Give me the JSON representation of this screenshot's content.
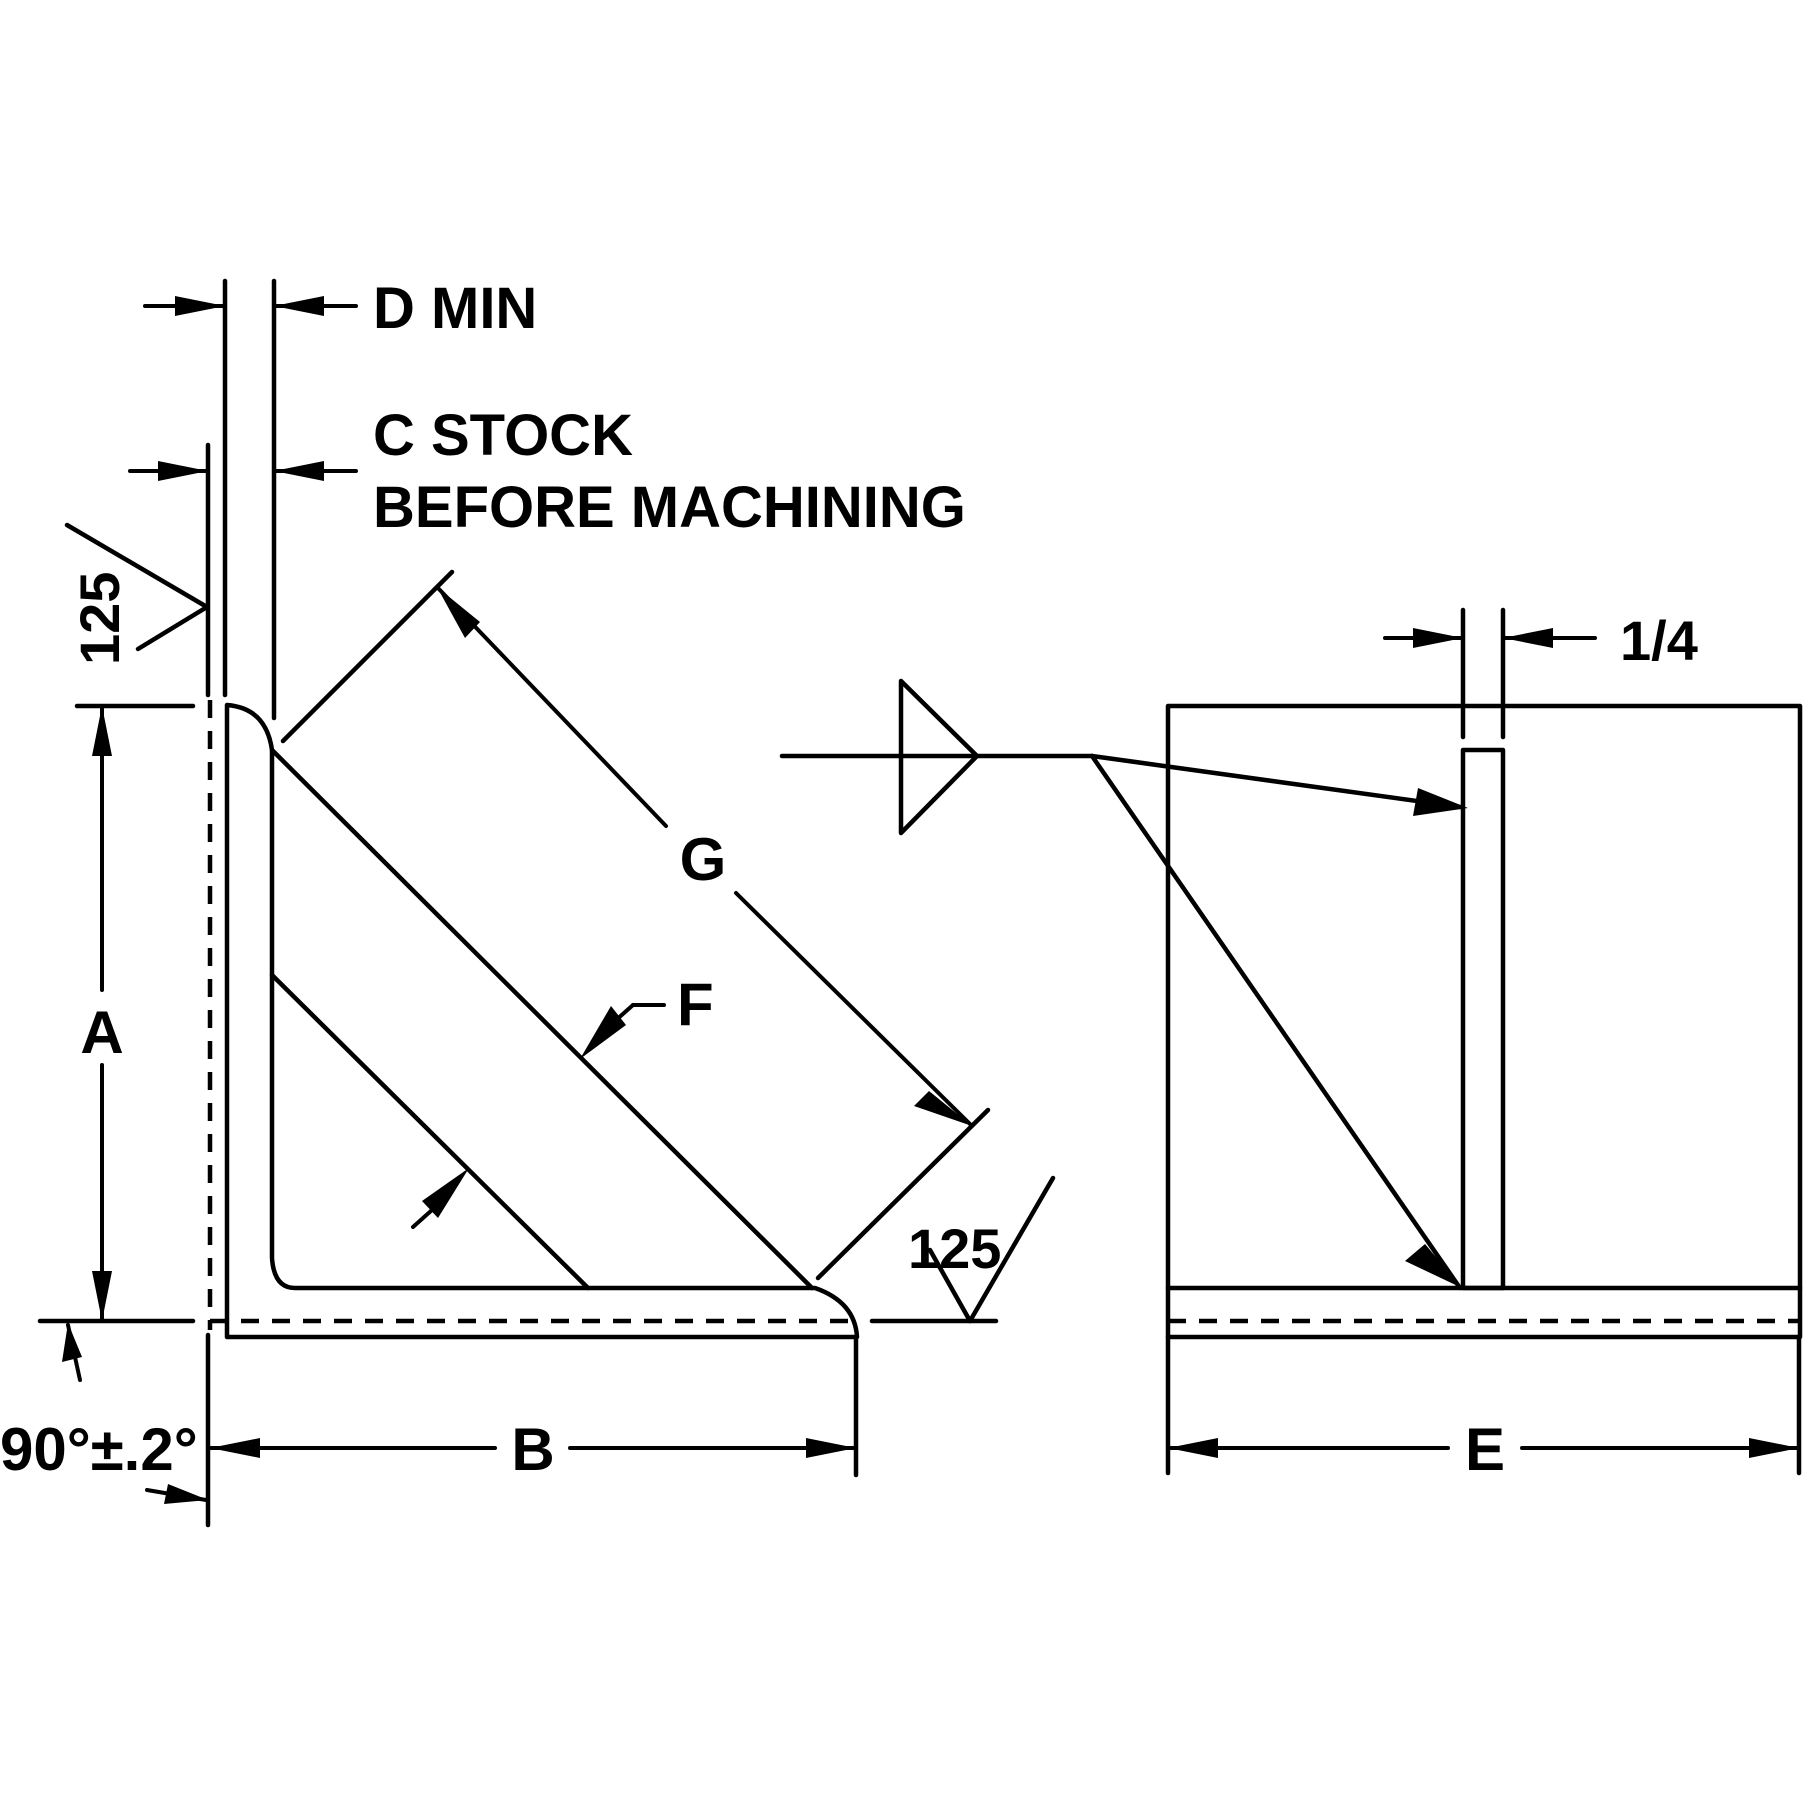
{
  "labels": {
    "d_min": "D MIN",
    "c_stock_line1": "C STOCK",
    "c_stock_line2": "BEFORE MACHINING",
    "finish_left": "125",
    "finish_bottom": "125",
    "dim_a": "A",
    "dim_b": "B",
    "dim_e": "E",
    "dim_f": "F",
    "dim_g": "G",
    "angle_tol": "90°±.2°",
    "slot_width": "1/4"
  },
  "colors": {
    "ink": "#000000",
    "paper": "#ffffff"
  }
}
